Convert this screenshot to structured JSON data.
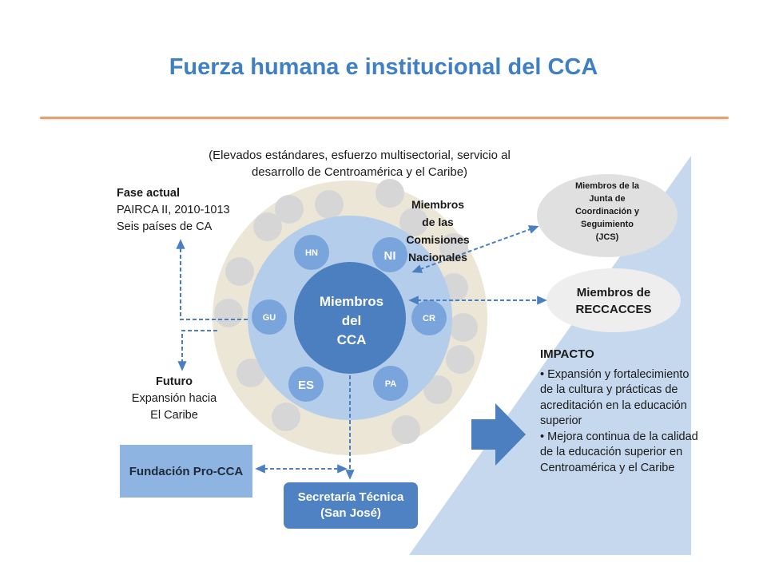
{
  "title": "Fuerza humana e institucional del CCA",
  "subtitle": {
    "line1": "(Elevados estándares, esfuerzo multisectorial, servicio al",
    "line2": "desarrollo de  Centroamérica y el Caribe)"
  },
  "fase": {
    "heading": "Fase actual",
    "line1": "PAIRCA II, 2010-1013",
    "line2": "Seis países de CA"
  },
  "futuro": {
    "heading": "Futuro",
    "line1": "Expansión hacia",
    "line2": "El Caribe"
  },
  "comisiones": {
    "line1": "Miembros",
    "line2": "de las",
    "line3": "Comisiones",
    "line4": "Nacionales"
  },
  "center": {
    "line1": "Miembros",
    "line2": "del",
    "line3": "CCA"
  },
  "countries": {
    "hn": "HN",
    "ni": "NI",
    "gu": "GU",
    "cr": "CR",
    "es": "ES",
    "pa": "PA"
  },
  "jcs": {
    "line1": "Miembros de la",
    "line2": "Junta de",
    "line3": "Coordinación y",
    "line4": "Seguimiento",
    "line5": "(JCS)"
  },
  "reccacces": {
    "line1": "Miembros de",
    "line2": "RECCACCES"
  },
  "fundacion": "Fundación Pro-CCA",
  "secretaria": {
    "line1": "Secretaría Técnica",
    "line2": "(San José)"
  },
  "impacto": {
    "heading": "IMPACTO",
    "item1": "Expansión y fortalecimiento de la cultura y prácticas de acreditación en la educación superior",
    "item2": "Mejora continua de la calidad de la educación superior en Centroamérica y el Caribe"
  },
  "colors": {
    "title": "#3f7fc4",
    "outer_ring": "#ebe6d6",
    "middle_ring": "#b4cdea",
    "core": "#4b7fc0",
    "triangle": "#c6d8ee",
    "arrow": "#4a7fc0"
  }
}
